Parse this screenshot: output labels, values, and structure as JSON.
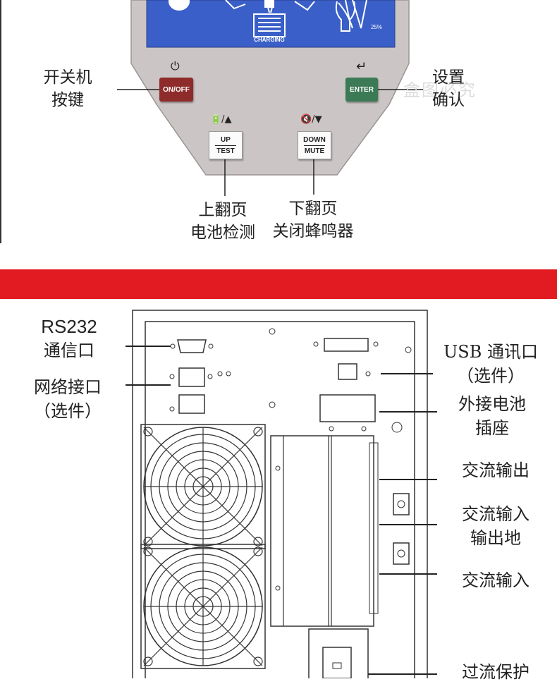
{
  "control_panel": {
    "display": {
      "charging_text": "CHARGING",
      "percent_text": "25%"
    },
    "buttons": {
      "onoff": {
        "label": "ON/OFF",
        "symbol": "⏻"
      },
      "enter": {
        "label": "ENTER",
        "symbol": "↵"
      },
      "up": {
        "top_label": "UP",
        "bottom_label": "TEST"
      },
      "down": {
        "top_label": "DOWN",
        "bottom_label": "MUTE"
      }
    },
    "watermark": "盒图必究",
    "callouts": {
      "onoff_line1": "开关机",
      "onoff_line2": "按键",
      "enter_line1": "设置",
      "enter_line2": "确认",
      "up_line1": "上翻页",
      "up_line2": "电池检测",
      "down_line1": "下翻页",
      "down_line2": "关闭蜂鸣器"
    }
  },
  "divider_color": "#e21b23",
  "rear_panel": {
    "left_labels": {
      "rs232_line1": "RS232",
      "rs232_line2": "通信口",
      "network_line1": "网络接口",
      "network_line2": "（选件）"
    },
    "right_labels": {
      "usb_line1": "USB 通讯口",
      "usb_line2": "（选件）",
      "battery_line1": "外接电池",
      "battery_line2": "插座",
      "ac_output": "交流输出",
      "ground_line1": "交流输入",
      "ground_line2": "输出地",
      "ac_input": "交流输入",
      "overcurrent": "过流保护"
    }
  }
}
